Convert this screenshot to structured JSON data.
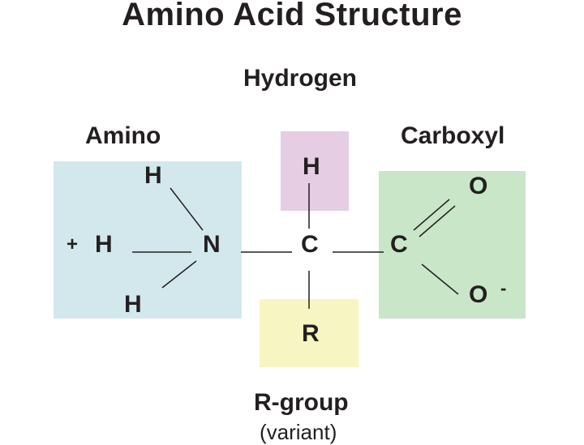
{
  "title": "Amino Acid Structure",
  "labels": {
    "hydrogen": "Hydrogen",
    "amino": "Amino",
    "carboxyl": "Carboxyl",
    "rgroup": "R-group",
    "variant": "(variant)"
  },
  "atoms": {
    "amino_h_top": "H",
    "amino_h_left": "H",
    "amino_h_bottom": "H",
    "amino_plus": "+",
    "n": "N",
    "alpha_c": "C",
    "alpha_h": "H",
    "r": "R",
    "carboxyl_c": "C",
    "o_double": "O",
    "o_single": "O",
    "o_charge": "-"
  },
  "colors": {
    "amino_box": "#d2e8ec",
    "hydrogen_box": "#e5cde3",
    "carboxyl_box": "#c9e6c9",
    "rgroup_box": "#f7f5c1",
    "bond": "#231f20"
  }
}
